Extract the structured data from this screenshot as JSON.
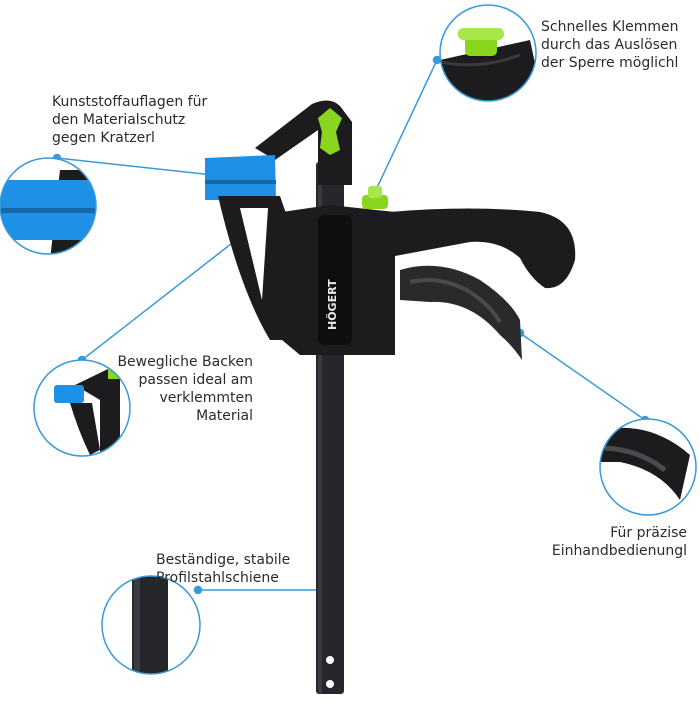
{
  "brand": {
    "logo_text": "HÖGERT"
  },
  "colors": {
    "accent_blue": "#1e90e6",
    "accent_green": "#8ad61e",
    "body_black": "#1c1c1e",
    "line_blue": "#3a9ad9"
  },
  "callouts": {
    "quick_release": {
      "line1": "Schnelles Klemmen",
      "line2": "durch das Auslösen",
      "line3": "der Sperre möglichl"
    },
    "plastic_pads": {
      "line1": "Kunststoffauflagen für",
      "line2": "den Materialschutz",
      "line3": "gegen Kratzerl"
    },
    "movable_jaws": {
      "line1": "Bewegliche Backen",
      "line2": "passen ideal am",
      "line3": "verklemmten",
      "line4": "Material"
    },
    "one_hand": {
      "line1": "Für präzise",
      "line2": "Einhandbedienungl"
    },
    "steel_rail": {
      "line1": "Beständige, stabile",
      "line2": "Profilstahlschiene"
    }
  },
  "icons": [
    "quick-release-zoom-icon",
    "jaw-pad-zoom-icon",
    "movable-jaw-zoom-icon",
    "trigger-zoom-icon",
    "rail-zoom-icon"
  ]
}
